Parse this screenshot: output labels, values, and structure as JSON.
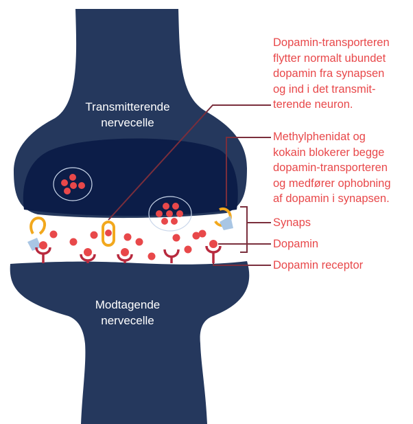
{
  "cells": {
    "top_line1": "Transmitterende",
    "top_line2": "nervecelle",
    "bottom_line1": "Modtagende",
    "bottom_line2": "nervecelle"
  },
  "callouts": {
    "transporter": [
      "Dopamin-transporteren",
      "flytter normalt ubundet",
      "dopamin fra synapsen",
      "og ind i det transmit-",
      "terende neuron."
    ],
    "blocker": [
      "Methylphenidat og",
      "kokain blokerer begge",
      "dopamin-transporteren",
      "og medfører ophobning",
      "af dopamin i synapsen."
    ],
    "synaps": "Synaps",
    "dopamin": "Dopamin",
    "receptor": "Dopamin receptor"
  },
  "colors": {
    "neuron": "#25385d",
    "neuron_dark": "#0c1d48",
    "dopamine": "#e8484a",
    "receptor": "#b82a3e",
    "transporter": "#f2a81d",
    "blocker_arrow": "#a9c6e4",
    "text_red": "#e8484a",
    "leader_line": "#7a2e3c"
  }
}
